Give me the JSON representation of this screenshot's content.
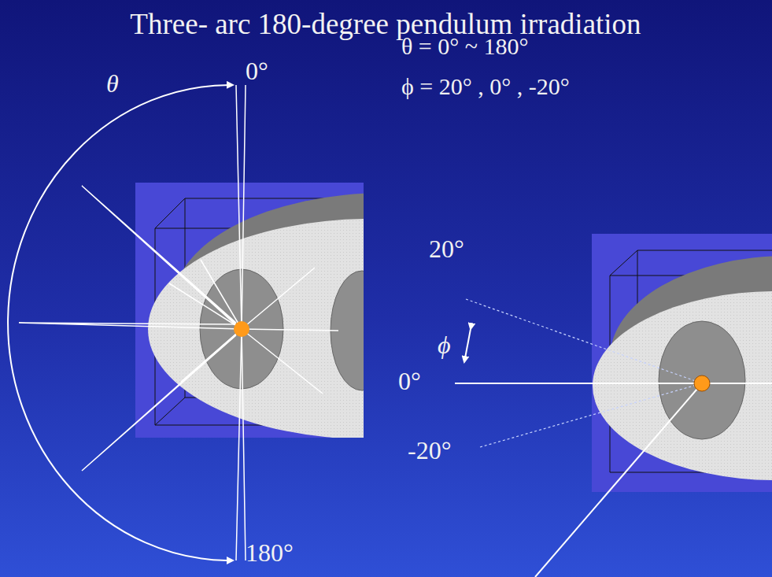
{
  "diagram": {
    "title": "Three- arc 180-degree pendulum irradiation",
    "labels": [
      "θ",
      "0°",
      "180°",
      "θ =  0°  ~  180°",
      "ϕ =  20° , 0° , -20°",
      "20°",
      "ϕ",
      "0°",
      "-20°"
    ]
  }
}
